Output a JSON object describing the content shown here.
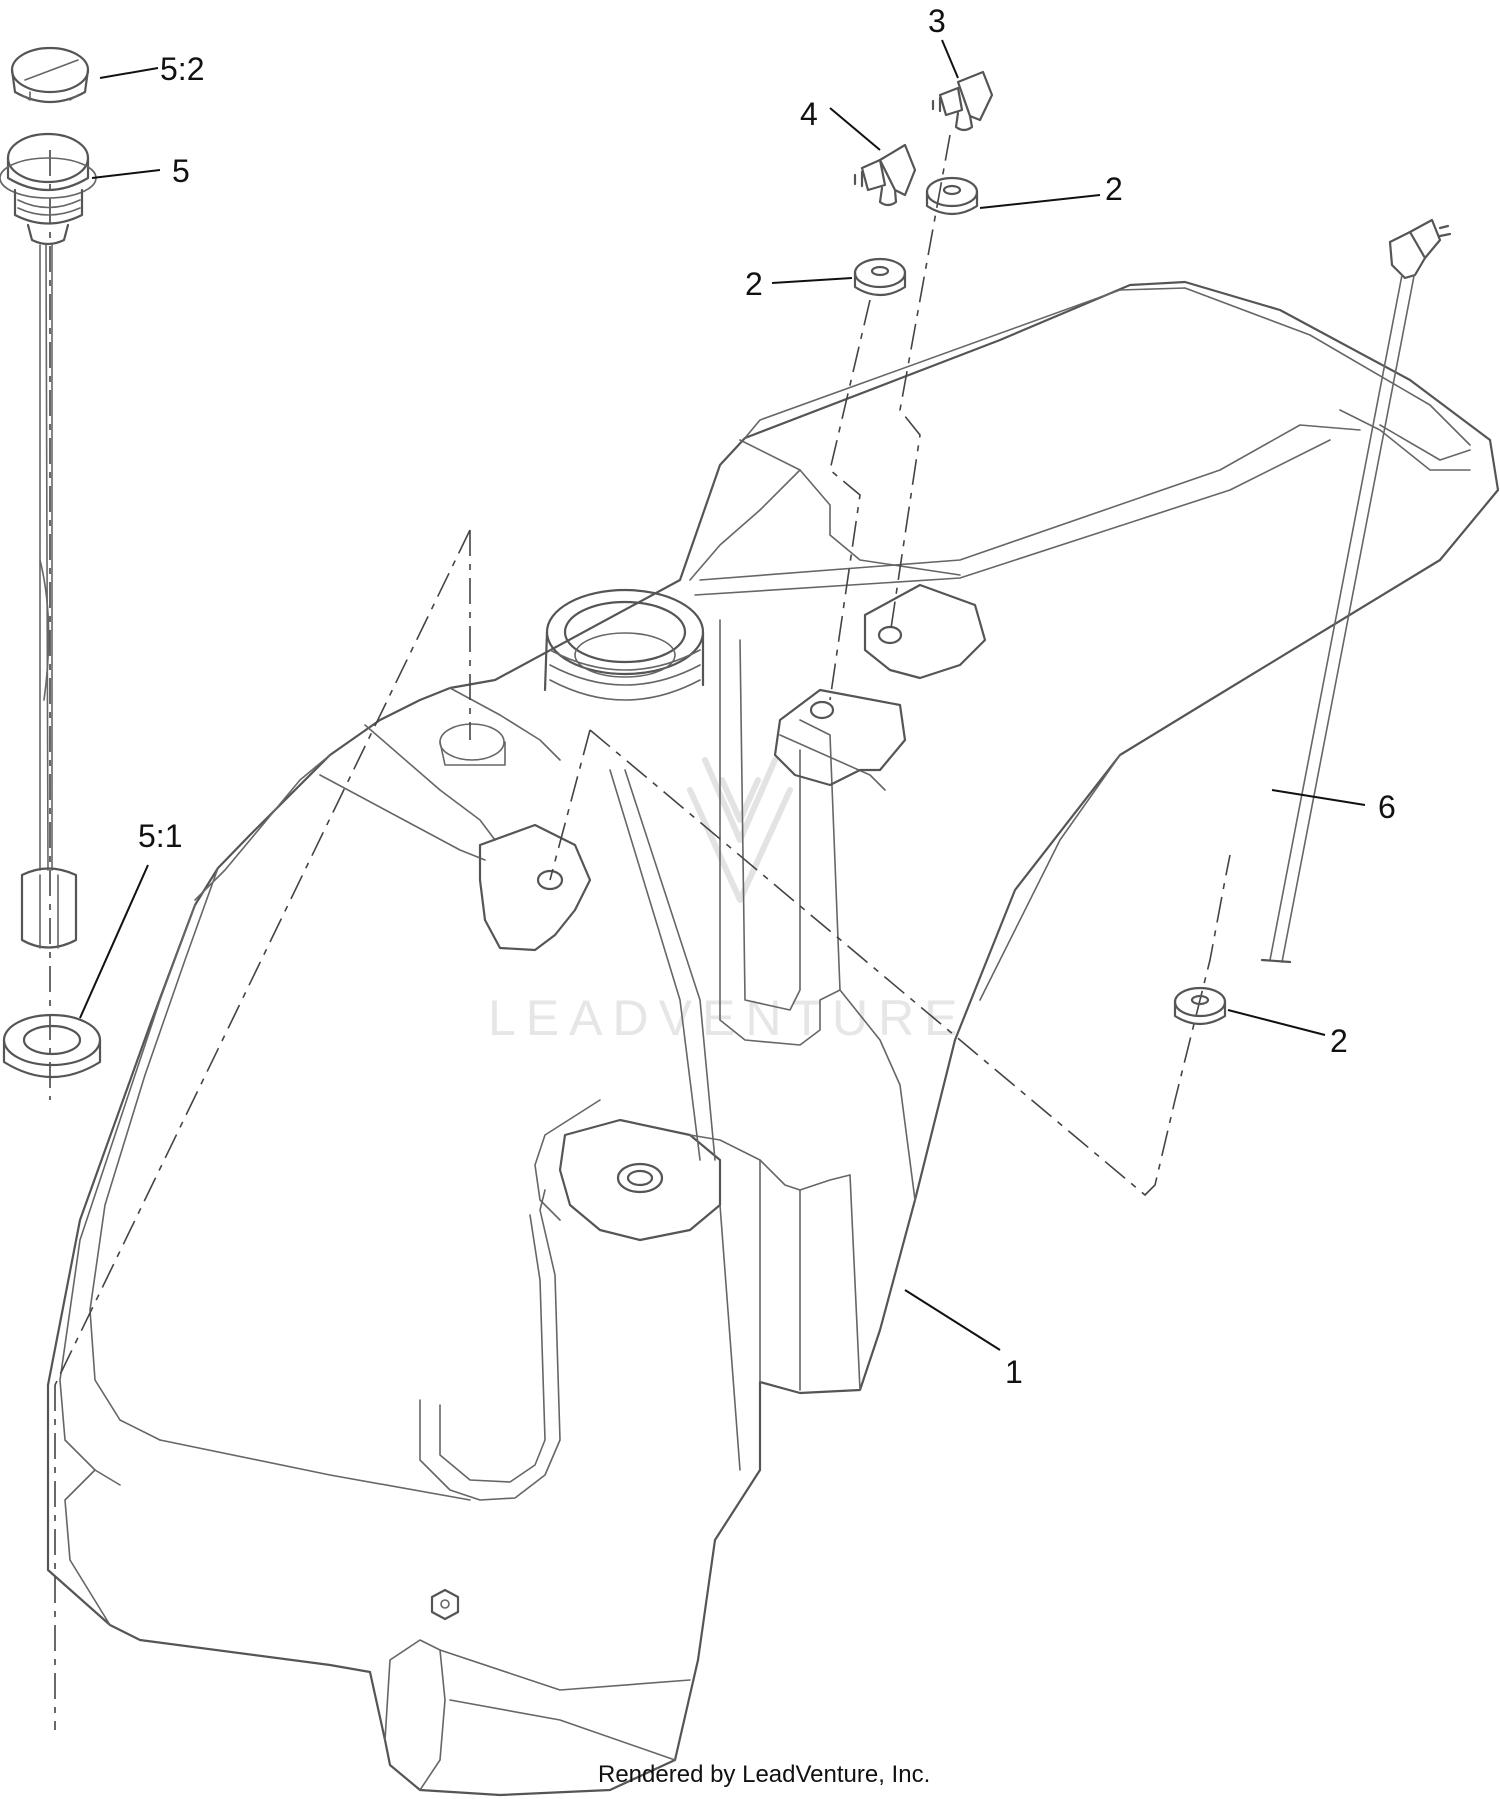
{
  "callouts": {
    "c5_2": "5:2",
    "c5": "5",
    "c5_1": "5:1",
    "c4": "4",
    "c3": "3",
    "c2_a": "2",
    "c2_b": "2",
    "c2_c": "2",
    "c6": "6",
    "c1": "1"
  },
  "watermark": "LEADVENTURE",
  "footer": "Rendered by LeadVenture, Inc."
}
